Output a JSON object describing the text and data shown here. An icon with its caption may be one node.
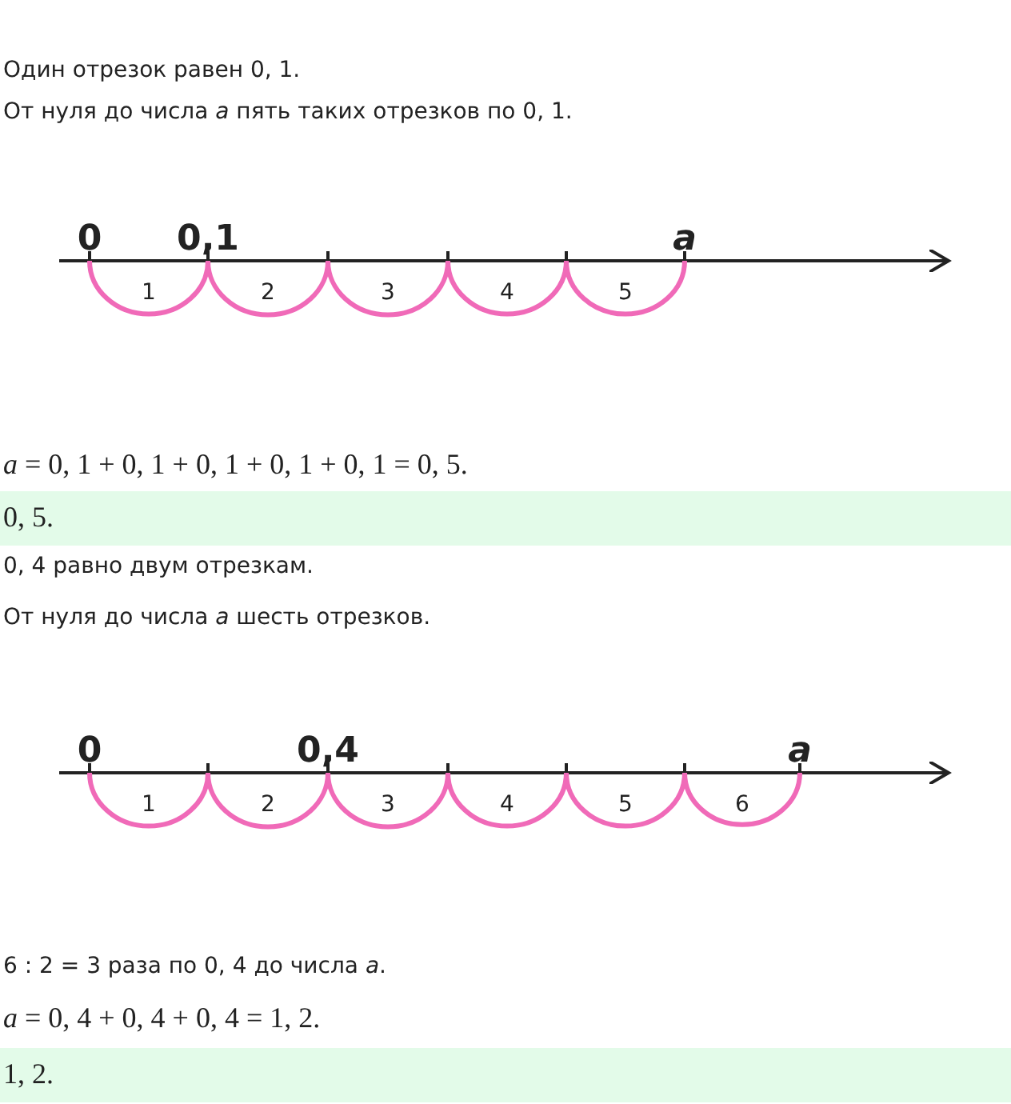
{
  "diagram": {
    "nodes": [
      {
        "text": [
          "0, 5."
        ]
      },
      {
        "text": [
          "1, 2."
        ]
      }
    ],
    "labels": [
      "Один отрезок равен 0, 1.",
      "От нуля до числа *a* пять таких отрезков по 0, 1.",
      "0",
      "0,1",
      "*a*",
      "1",
      "2",
      "3",
      "4",
      "5",
      "*a* = 0, 1 + 0, 1 + 0, 1 + 0, 1 + 0, 1 = 0, 5.",
      "0, 4 равно двум отрезкам.",
      "От нуля до числа *a* шесть отрезков.",
      "0",
      "0,4",
      "*a*",
      "1",
      "2",
      "3",
      "4",
      "5",
      "6",
      "6 : 2 = 3 раза по 0, 4 до числа *a*.",
      "*a* = 0, 4 + 0, 4 + 0, 4 = 1, 2."
    ]
  }
}
